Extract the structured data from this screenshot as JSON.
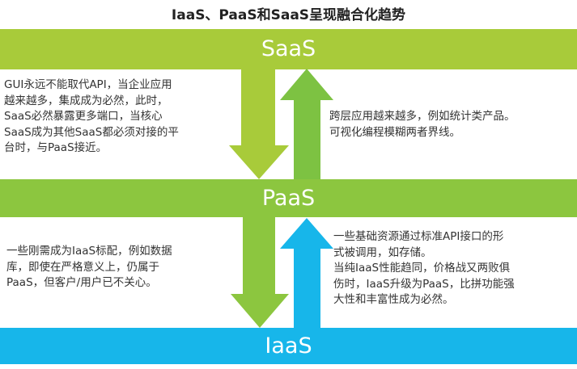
{
  "title": "IaaS、PaaS和SaaS呈现融合化趋势",
  "layers": {
    "saas": "SaaS",
    "paas": "PaaS",
    "iaas": "IaaS"
  },
  "notes": {
    "saas_to_paas_left": [
      "GUI永远不能取代API，当企业应用",
      "越来越多，集成成为必然，此时，",
      "SaaS必然暴露更多端口，当核心",
      "SaaS成为其他SaaS都必须对接的平",
      "台时，与PaaS接近。"
    ],
    "paas_to_saas_right": [
      "跨层应用越来越多，例如统计类产品。",
      "可视化编程模糊两者界线。"
    ],
    "paas_to_iaas_left": [
      "一些刚需成为IaaS标配，例如数据",
      "库，即使在严格意义上，仍属于",
      "PaaS，但客户/用户已不关心。"
    ],
    "iaas_to_paas_right": [
      "一些基础资源通过标准API接口的形",
      "式被调用，如存储。",
      "当纯IaaS性能趋同，价格战又两败俱",
      "伤时，IaaS升级为PaaS，比拼功能强",
      "大性和丰富性成为必然。"
    ]
  },
  "colors": {
    "saas": "#a8cb3a",
    "paas": "#8cc63f",
    "iaas": "#17b6ea"
  }
}
